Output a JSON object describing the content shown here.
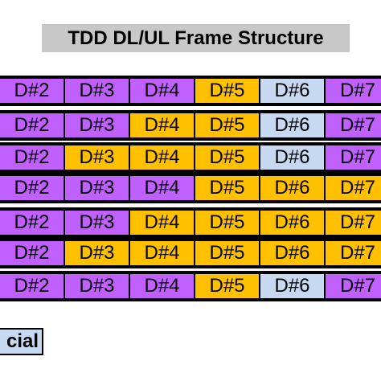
{
  "title": "TDD DL/UL Frame Structure",
  "legend": {
    "special_label": "cial"
  },
  "colors": {
    "downlink": "#c061ff",
    "uplink": "#ffc000",
    "special": "#c6d9f1"
  },
  "configurations": [
    {
      "cells": [
        {
          "label": "D#2",
          "type": "D"
        },
        {
          "label": "D#3",
          "type": "D"
        },
        {
          "label": "D#4",
          "type": "D"
        },
        {
          "label": "D#5",
          "type": "U"
        },
        {
          "label": "D#6",
          "type": "S"
        },
        {
          "label": "D#7",
          "type": "D"
        }
      ]
    },
    {
      "cells": [
        {
          "label": "D#2",
          "type": "D"
        },
        {
          "label": "D#3",
          "type": "D"
        },
        {
          "label": "D#4",
          "type": "U"
        },
        {
          "label": "D#5",
          "type": "U"
        },
        {
          "label": "D#6",
          "type": "S"
        },
        {
          "label": "D#7",
          "type": "D"
        }
      ]
    },
    {
      "cells": [
        {
          "label": "D#2",
          "type": "D"
        },
        {
          "label": "D#3",
          "type": "U"
        },
        {
          "label": "D#4",
          "type": "U"
        },
        {
          "label": "D#5",
          "type": "U"
        },
        {
          "label": "D#6",
          "type": "S"
        },
        {
          "label": "D#7",
          "type": "D"
        }
      ]
    },
    {
      "cells": [
        {
          "label": "D#2",
          "type": "D"
        },
        {
          "label": "D#3",
          "type": "D"
        },
        {
          "label": "D#4",
          "type": "D"
        },
        {
          "label": "D#5",
          "type": "U"
        },
        {
          "label": "D#6",
          "type": "U"
        },
        {
          "label": "D#7",
          "type": "U"
        }
      ]
    },
    {
      "cells": [
        {
          "label": "D#2",
          "type": "D"
        },
        {
          "label": "D#3",
          "type": "D"
        },
        {
          "label": "D#4",
          "type": "U"
        },
        {
          "label": "D#5",
          "type": "U"
        },
        {
          "label": "D#6",
          "type": "U"
        },
        {
          "label": "D#7",
          "type": "U"
        }
      ]
    },
    {
      "cells": [
        {
          "label": "D#2",
          "type": "D"
        },
        {
          "label": "D#3",
          "type": "U"
        },
        {
          "label": "D#4",
          "type": "U"
        },
        {
          "label": "D#5",
          "type": "U"
        },
        {
          "label": "D#6",
          "type": "U"
        },
        {
          "label": "D#7",
          "type": "U"
        }
      ]
    },
    {
      "cells": [
        {
          "label": "D#2",
          "type": "D"
        },
        {
          "label": "D#3",
          "type": "D"
        },
        {
          "label": "D#4",
          "type": "D"
        },
        {
          "label": "D#5",
          "type": "U"
        },
        {
          "label": "D#6",
          "type": "S"
        },
        {
          "label": "D#7",
          "type": "D"
        }
      ]
    }
  ]
}
